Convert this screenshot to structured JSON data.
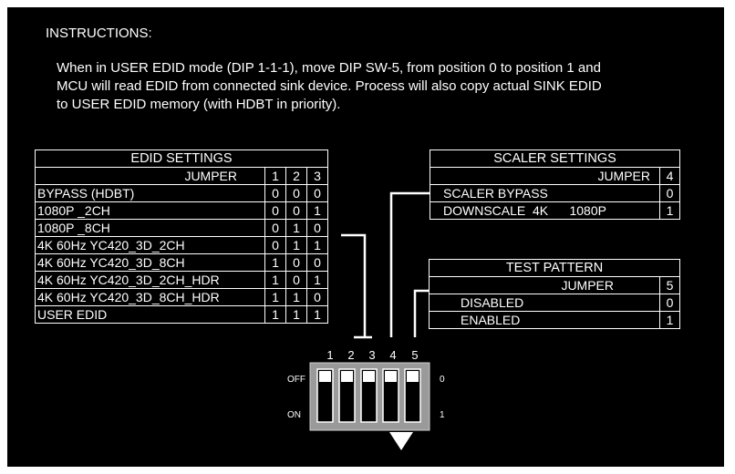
{
  "instructions": {
    "title": "INSTRUCTIONS:",
    "lines": [
      "When in USER EDID mode (DIP 1-1-1), move DIP SW-5, from position 0 to position 1 and",
      "MCU will read EDID from connected sink device. Process will also copy actual SINK EDID",
      "to USER EDID memory (with HDBT in priority)."
    ]
  },
  "edid_settings": {
    "title": "EDID SETTINGS",
    "header": {
      "label": "JUMPER",
      "cols": [
        "1",
        "2",
        "3"
      ]
    },
    "rows": [
      {
        "label": "BYPASS (HDBT)",
        "values": [
          "0",
          "0",
          "0"
        ]
      },
      {
        "label": "1080P _2CH",
        "values": [
          "0",
          "0",
          "1"
        ]
      },
      {
        "label": "1080P _8CH",
        "values": [
          "0",
          "1",
          "0"
        ]
      },
      {
        "label": "4K 60Hz YC420_3D_2CH",
        "values": [
          "0",
          "1",
          "1"
        ]
      },
      {
        "label": "4K 60Hz YC420_3D_8CH",
        "values": [
          "1",
          "0",
          "0"
        ]
      },
      {
        "label": "4K 60Hz YC420_3D_2CH_HDR",
        "values": [
          "1",
          "0",
          "1"
        ]
      },
      {
        "label": "4K 60Hz YC420_3D_8CH_HDR",
        "values": [
          "1",
          "1",
          "0"
        ]
      },
      {
        "label": "USER EDID",
        "values": [
          "1",
          "1",
          "1"
        ]
      }
    ]
  },
  "scaler_settings": {
    "title": "SCALER SETTINGS",
    "header": {
      "label": "JUMPER",
      "col": "4"
    },
    "rows": [
      {
        "label": "SCALER  BYPASS",
        "value": "0"
      },
      {
        "label": "DOWNSCALE  4K      1080P",
        "value": "1"
      }
    ]
  },
  "test_pattern": {
    "title": "TEST PATTERN",
    "header": {
      "label": "JUMPER",
      "col": "5"
    },
    "rows": [
      {
        "label": "DISABLED",
        "value": "0"
      },
      {
        "label": "ENABLED",
        "value": "1"
      }
    ]
  },
  "dip_switch": {
    "numbers": [
      "1",
      "2",
      "3",
      "4",
      "5"
    ],
    "off_label": "OFF",
    "on_label": "ON",
    "zero_label": "0",
    "one_label": "1",
    "positions": [
      "off",
      "off",
      "off",
      "off",
      "off"
    ]
  },
  "colors": {
    "background": "#000000",
    "foreground": "#ffffff",
    "frame": "#ffffff"
  }
}
